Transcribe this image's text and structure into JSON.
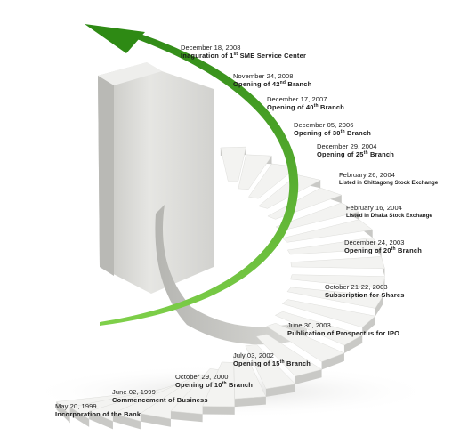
{
  "milestones": [
    {
      "date": "December 18, 2008",
      "event_pre": "Inaguration of 1",
      "event_sup": "st",
      "event_post": " SME Service Center"
    },
    {
      "date": "November 24, 2008",
      "event_pre": "Opening of 42",
      "event_sup": "nd",
      "event_post": " Branch"
    },
    {
      "date": "December 17, 2007",
      "event_pre": "Opening of 40",
      "event_sup": "th",
      "event_post": " Branch"
    },
    {
      "date": "December 05, 2006",
      "event_pre": "Opening of 30",
      "event_sup": "th",
      "event_post": " Branch"
    },
    {
      "date": "December 29, 2004",
      "event_pre": "Opening of 25",
      "event_sup": "th",
      "event_post": " Branch"
    },
    {
      "date": "February 26, 2004",
      "event_pre": "Listed in Chittagong Stock Exchange",
      "event_sup": "",
      "event_post": ""
    },
    {
      "date": "February 16, 2004",
      "event_pre": "Listed in Dhaka Stock Exchange",
      "event_sup": "",
      "event_post": ""
    },
    {
      "date": "December 24, 2003",
      "event_pre": "Opening of 20",
      "event_sup": "th",
      "event_post": " Branch"
    },
    {
      "date": "October 21-22, 2003",
      "event_pre": "Subscription for Shares",
      "event_sup": "",
      "event_post": ""
    },
    {
      "date": "June 30, 2003",
      "event_pre": "Publication of Prospectus for IPO",
      "event_sup": "",
      "event_post": ""
    },
    {
      "date": "July 03, 2002",
      "event_pre": "Opening of 15",
      "event_sup": "th",
      "event_post": " Branch"
    },
    {
      "date": "October 29, 2000",
      "event_pre": "Opening of 10",
      "event_sup": "th",
      "event_post": " Branch"
    },
    {
      "date": "June 02, 1999",
      "event_pre": "Commencement of Business",
      "event_sup": "",
      "event_post": ""
    },
    {
      "date": "May 20, 1999",
      "event_pre": "Incorporation of the Bank",
      "event_sup": "",
      "event_post": ""
    }
  ],
  "colors": {
    "arrow": "#3f9a1e",
    "stair_light": "#f3f3f1",
    "stair_dark": "#c9c9c6",
    "text": "#1a1a1a"
  }
}
